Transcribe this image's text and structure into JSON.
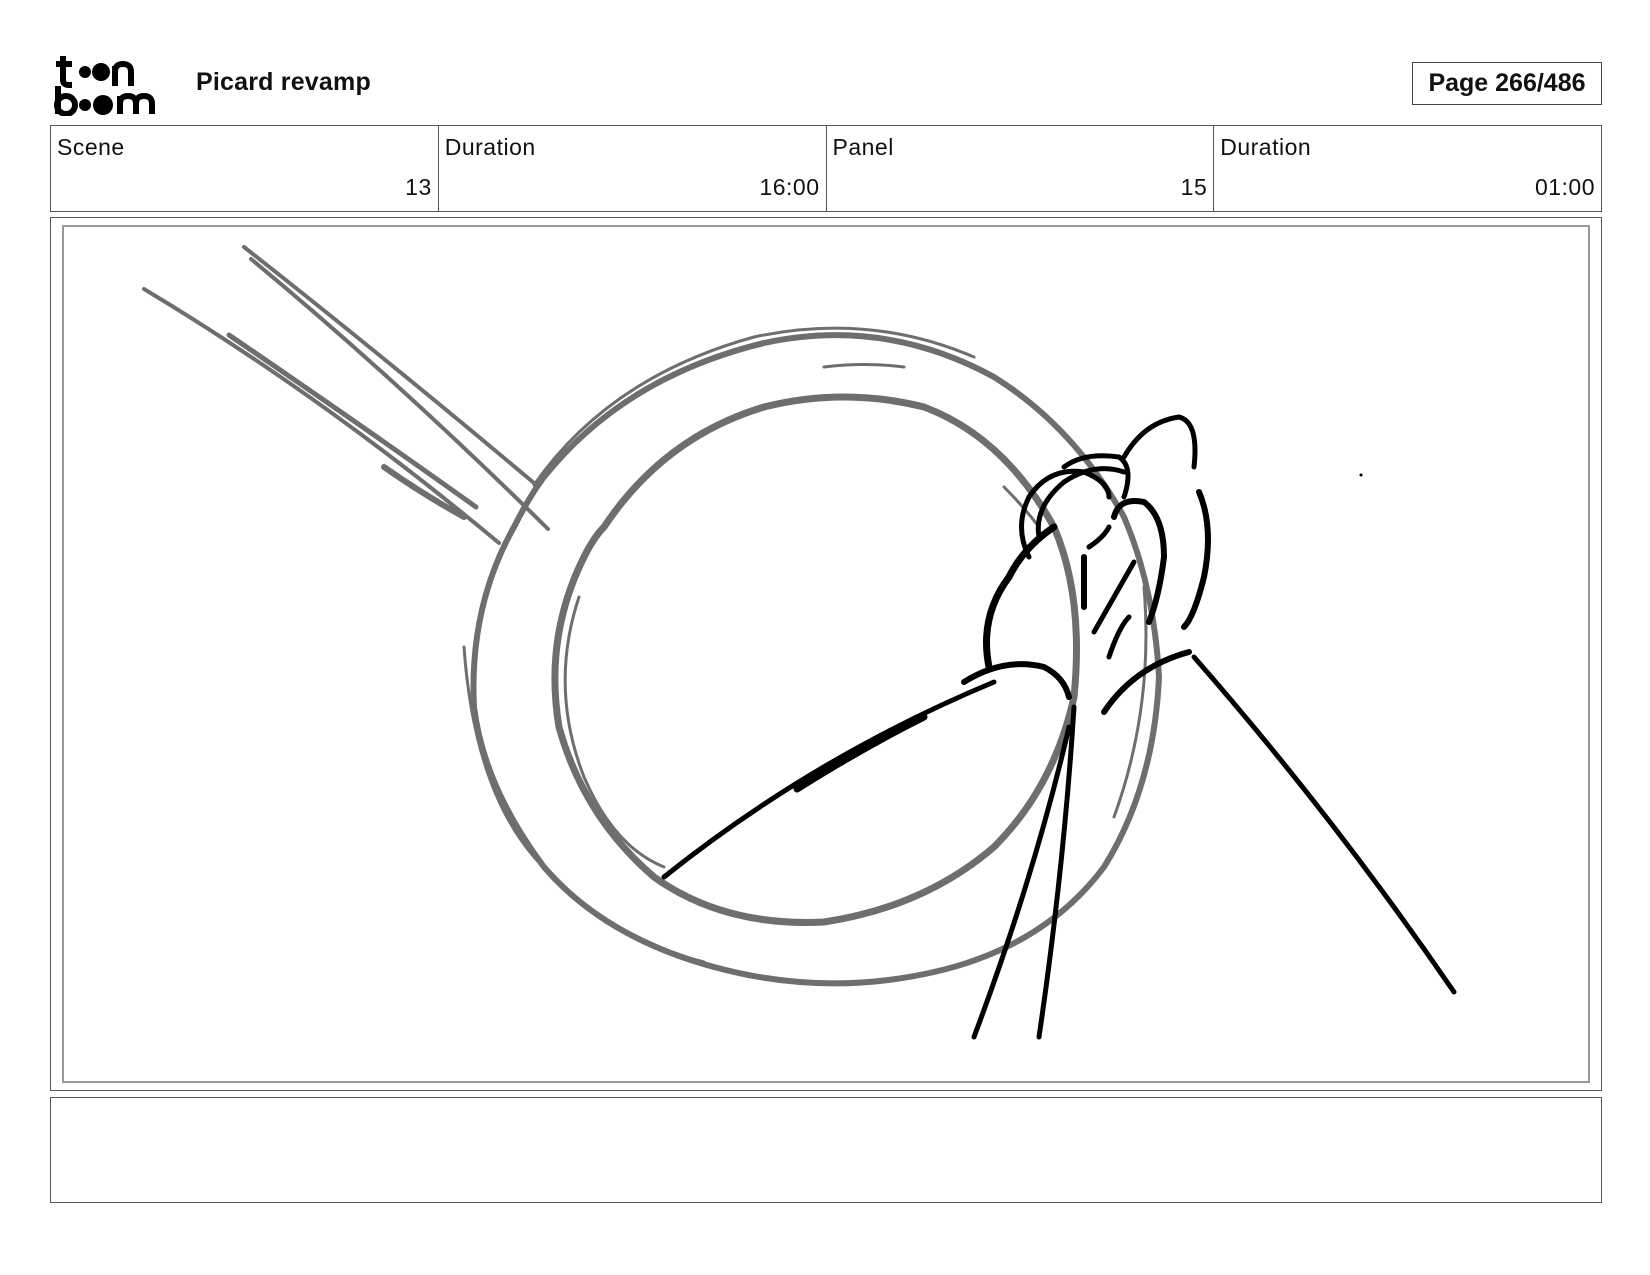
{
  "header": {
    "logo_text": "toonboom",
    "project_title": "Picard revamp",
    "page_indicator": "Page 266/486"
  },
  "info": {
    "scene_label": "Scene",
    "scene_value": "13",
    "scene_duration_label": "Duration",
    "scene_duration_value": "16:00",
    "panel_label": "Panel",
    "panel_value": "15",
    "panel_duration_label": "Duration",
    "panel_duration_value": "01:00"
  },
  "notes": {
    "text": ""
  },
  "colors": {
    "sketch_gray": "#6e6e6e",
    "sketch_black": "#000000",
    "frame_border": "#555555"
  }
}
